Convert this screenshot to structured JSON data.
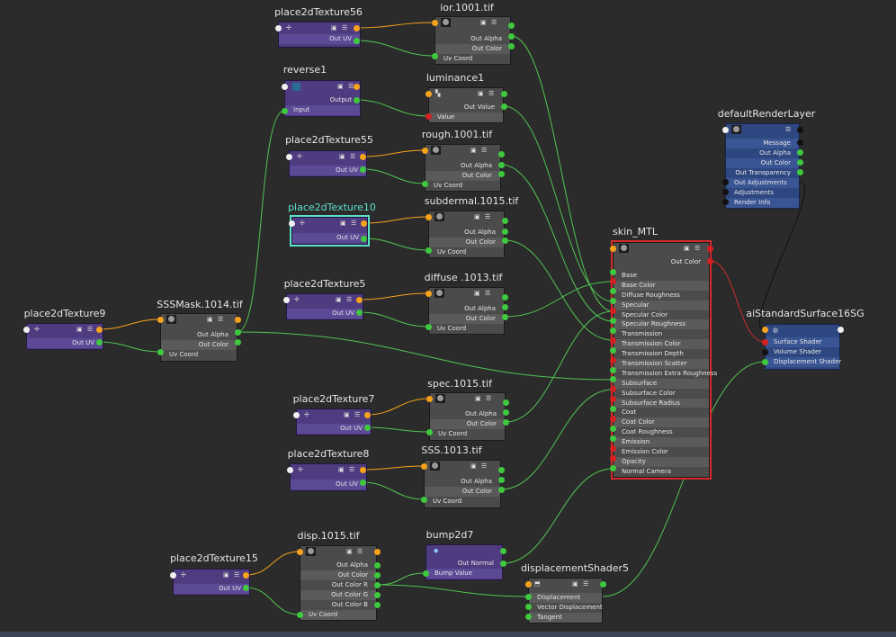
{
  "nodes": {
    "place2dTexture56": {
      "title": "place2dTexture56",
      "out_uv": "Out UV"
    },
    "ior": {
      "title": "ior.1001.tif",
      "out_alpha": "Out Alpha",
      "out_color": "Out Color",
      "uv_coord": "Uv Coord"
    },
    "reverse1": {
      "title": "reverse1",
      "output": "Output",
      "input": "Input"
    },
    "luminance1": {
      "title": "luminance1",
      "out_value": "Out Value",
      "value": "Value"
    },
    "place2dTexture55": {
      "title": "place2dTexture55",
      "out_uv": "Out UV"
    },
    "rough": {
      "title": "rough.1001.tif",
      "out_alpha": "Out Alpha",
      "out_color": "Out Color",
      "uv_coord": "Uv Coord"
    },
    "place2dTexture10": {
      "title": "place2dTexture10",
      "out_uv": "Out UV"
    },
    "subdermal": {
      "title": "subdermal.1015.tif",
      "out_alpha": "Out Alpha",
      "out_color": "Out Color",
      "uv_coord": "Uv Coord"
    },
    "place2dTexture5": {
      "title": "place2dTexture5",
      "out_uv": "Out UV"
    },
    "diffuse": {
      "title": "diffuse .1013.tif",
      "out_alpha": "Out Alpha",
      "out_color": "Out Color",
      "uv_coord": "Uv Coord"
    },
    "place2dTexture9": {
      "title": "place2dTexture9",
      "out_uv": "Out UV"
    },
    "sssmask": {
      "title": "SSSMask.1014.tif",
      "out_alpha": "Out Alpha",
      "out_color": "Out Color",
      "uv_coord": "Uv Coord"
    },
    "place2dTexture7": {
      "title": "place2dTexture7",
      "out_uv": "Out UV"
    },
    "spec": {
      "title": "spec.1015.tif",
      "out_alpha": "Out Alpha",
      "out_color": "Out Color",
      "uv_coord": "Uv Coord"
    },
    "place2dTexture8": {
      "title": "place2dTexture8",
      "out_uv": "Out UV"
    },
    "sss": {
      "title": "SSS.1013.tif",
      "out_alpha": "Out Alpha",
      "out_color": "Out Color",
      "uv_coord": "Uv Coord"
    },
    "place2dTexture15": {
      "title": "place2dTexture15",
      "out_uv": "Out UV"
    },
    "disp": {
      "title": "disp.1015.tif",
      "rows": [
        "Out Alpha",
        "Out Color",
        "Out Color R",
        "Out Color G",
        "Out Color B",
        "Uv Coord"
      ]
    },
    "bump2d7": {
      "title": "bump2d7",
      "out_normal": "Out Normal",
      "bump_value": "Bump Value"
    },
    "displacementShader5": {
      "title": "displacementShader5",
      "rows": [
        "Displacement",
        "Vector Displacement",
        "Tangent"
      ]
    },
    "skin_mtl": {
      "title": "skin_MTL",
      "out_color": "Out Color",
      "rows": [
        "Base",
        "Base Color",
        "Diffuse Roughness",
        "Specular",
        "Specular Color",
        "Specular Roughness",
        "Transmission",
        "Transmission Color",
        "Transmission Depth",
        "Transmission Scatter",
        "Transmission Extra Roughness",
        "Subsurface",
        "Subsurface Color",
        "Subsurface Radius",
        "Coat",
        "Coat Color",
        "Coat Roughness",
        "Emission",
        "Emission Color",
        "Opacity",
        "Normal Camera"
      ]
    },
    "defaultRenderLayer": {
      "title": "defaultRenderLayer",
      "rows": [
        "Message",
        "Out Alpha",
        "Out Color",
        "Out Transparency",
        "Out Adjustments",
        "Adjustments",
        "Render Info"
      ]
    },
    "aiStandardSurface16SG": {
      "title": "aiStandardSurface16SG",
      "rows": [
        "Surface Shader",
        "Volume Shader",
        "Displacement Shader"
      ]
    }
  },
  "colors": {
    "background": "#2b2b2b",
    "place_node": "#4e3b80",
    "file_node": "#4b4b4b",
    "sg_node": "#2e4780",
    "wire": "#52c452",
    "selected": "#5ce0c6",
    "red_wire": "#d42b2b"
  }
}
